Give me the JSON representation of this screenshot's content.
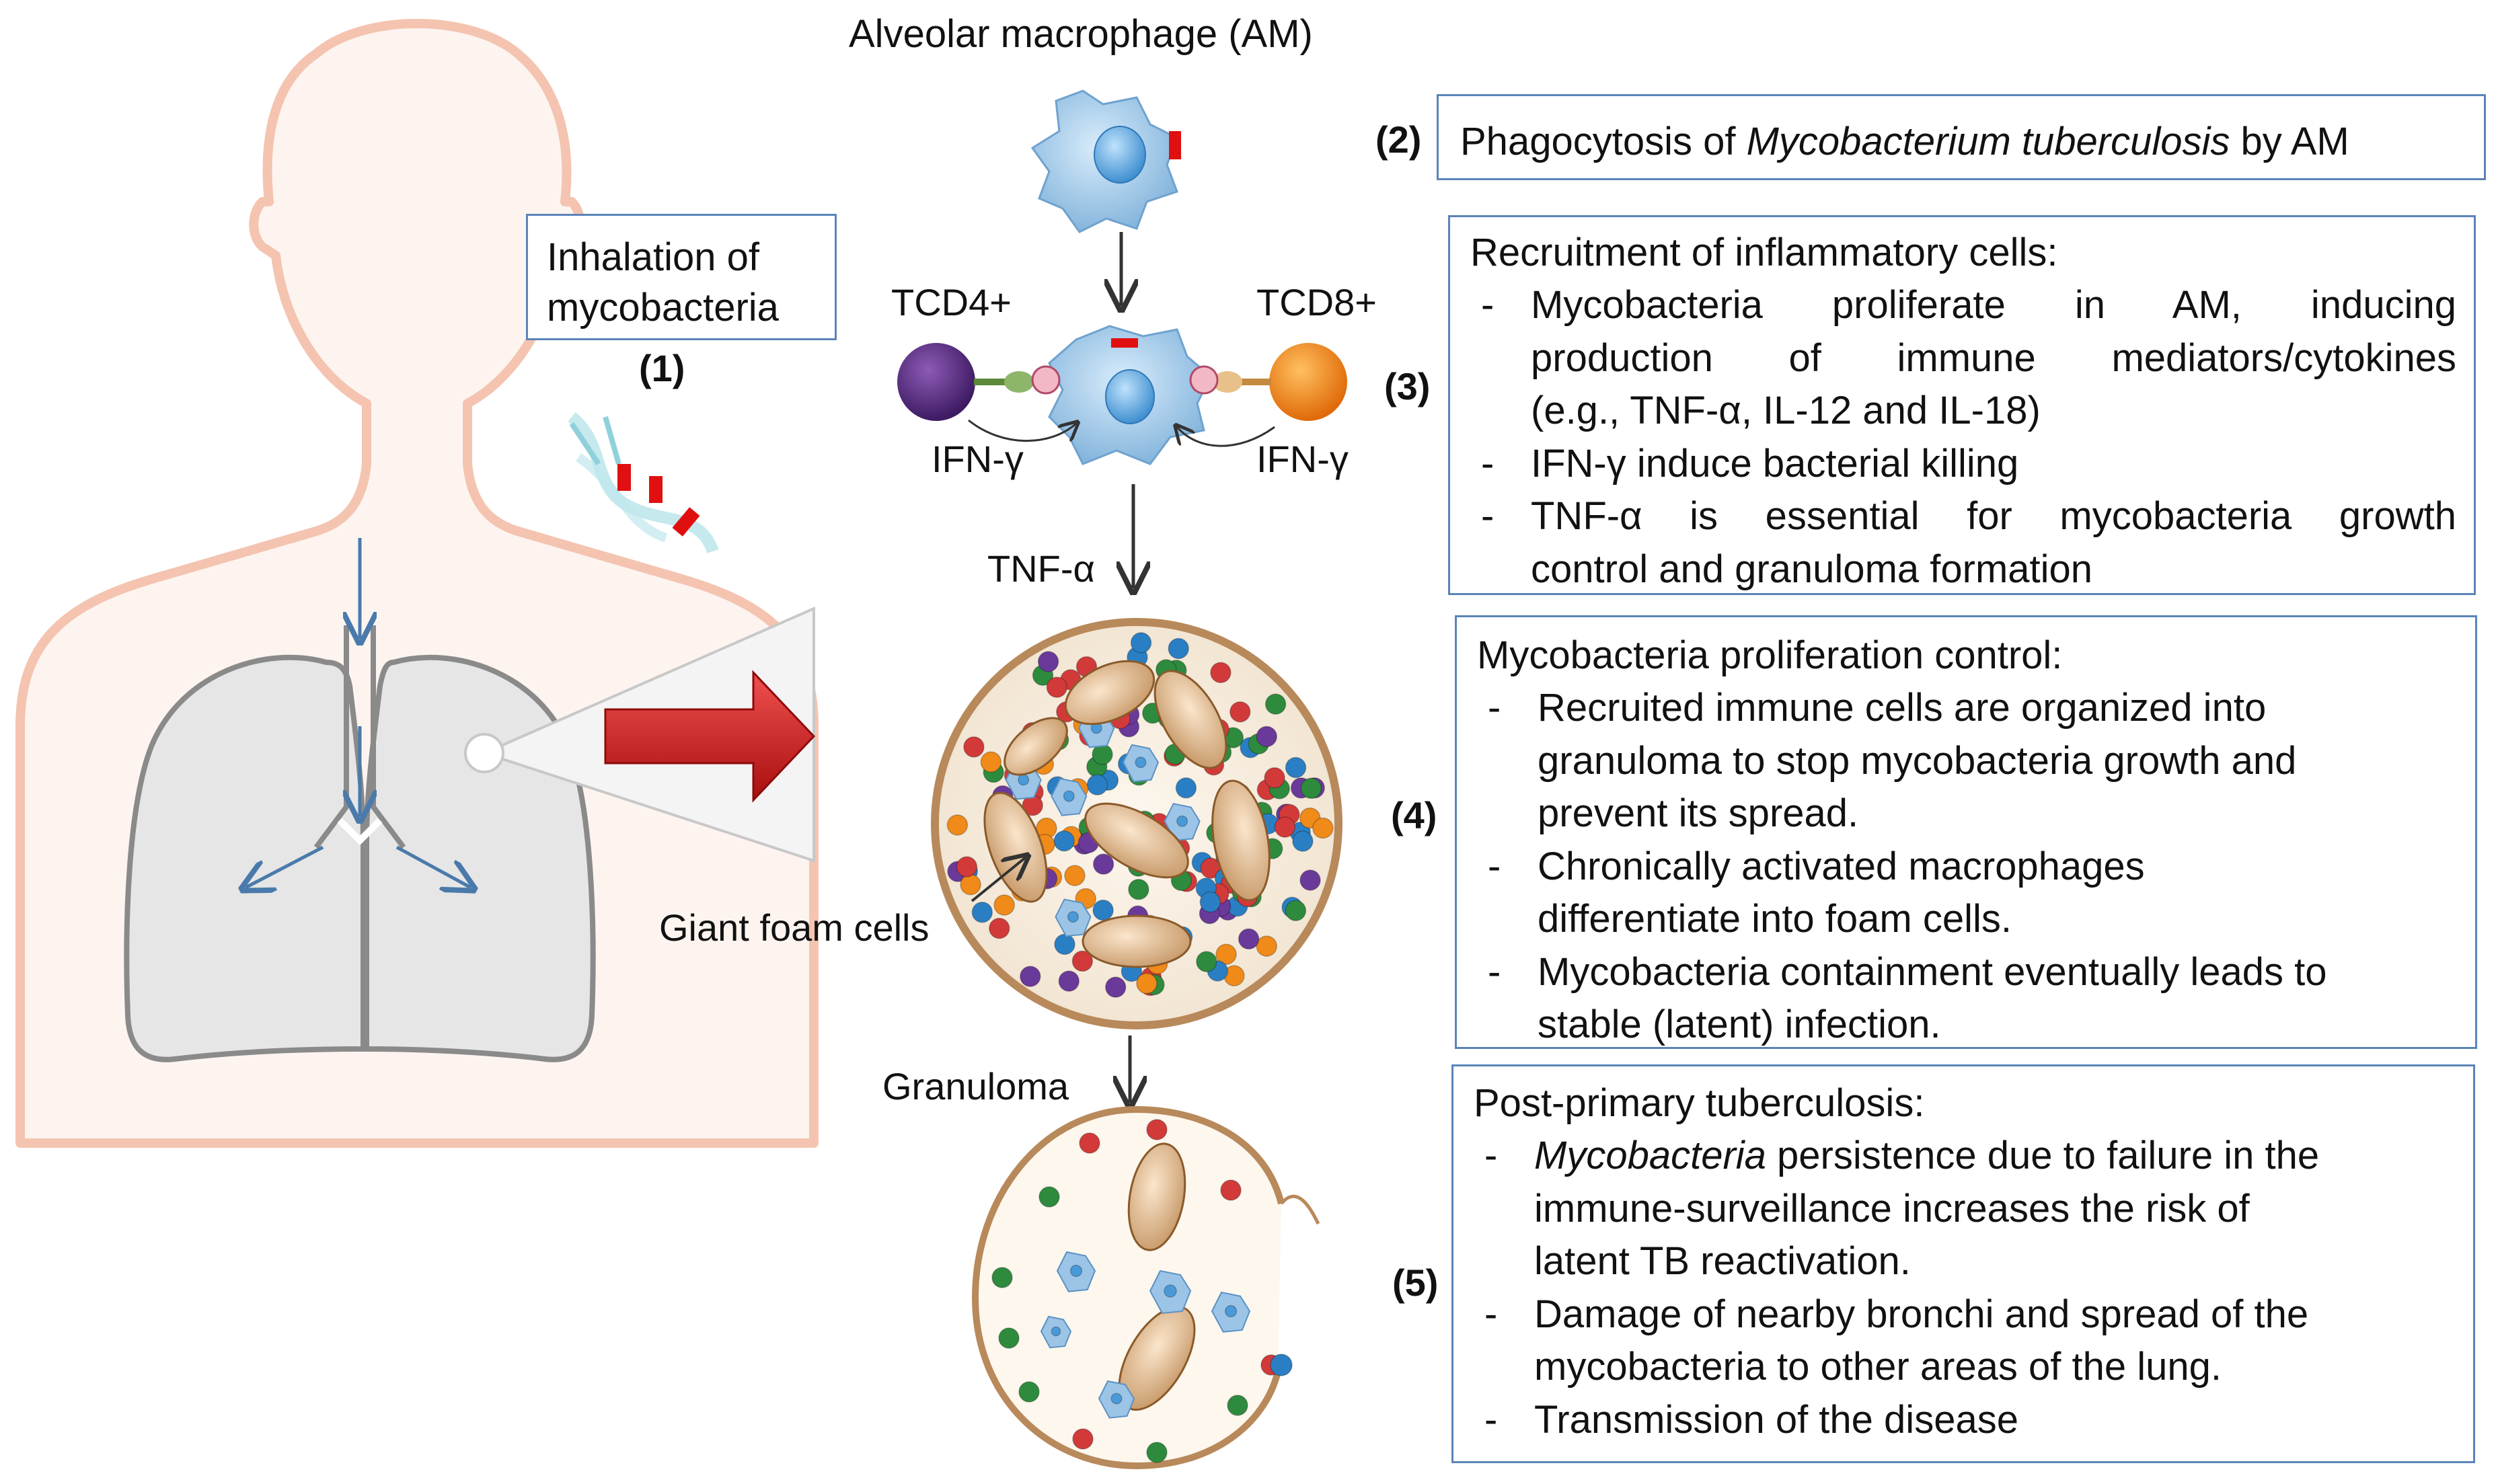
{
  "labels": {
    "alveolar_macrophage": "Alveolar macrophage (AM)",
    "tcd4": "TCD4+",
    "tcd8": "TCD8+",
    "ifn_left": "IFN-γ",
    "ifn_right": "IFN-γ",
    "tnf": "TNF-α",
    "giant_foam_cells": "Giant foam cells",
    "granuloma": "Granuloma",
    "inhalation_line1": "Inhalation of",
    "inhalation_line2": "mycobacteria"
  },
  "steps": {
    "s1": "(1)",
    "s2": "(2)",
    "s3": "(3)",
    "s4": "(4)",
    "s5": "(5)"
  },
  "box2": {
    "prefix": "Phagocytosis of ",
    "italic": "Mycobacterium tuberculosis",
    "suffix": " by AM"
  },
  "box3": {
    "title": "Recruitment of inflammatory cells:",
    "items": [
      {
        "lines": [
          "Mycobacteria proliferate in AM, inducing",
          "production of immune mediators/cytokines",
          "(e.g., TNF-α, IL-12 and IL-18)"
        ]
      },
      {
        "lines": [
          "IFN-γ induce bacterial killing"
        ]
      },
      {
        "lines": [
          "TNF-α is essential for mycobacteria growth",
          "control and granuloma formation"
        ]
      }
    ]
  },
  "box4": {
    "title": "Mycobacteria proliferation control:",
    "items": [
      {
        "lines": [
          "Recruited immune cells are organized into",
          "granuloma to stop mycobacteria growth and",
          "prevent its spread."
        ]
      },
      {
        "lines": [
          "Chronically activated macrophages",
          "differentiate into foam cells."
        ]
      },
      {
        "lines": [
          "Mycobacteria containment eventually leads to",
          "stable (latent) infection."
        ]
      }
    ]
  },
  "box5": {
    "title": "Post-primary tuberculosis:",
    "item1_italic": "Mycobacteria",
    "item1_rest": " persistence due to failure in the",
    "item1_lines": [
      "immune-surveillance increases the risk of",
      "latent TB reactivation."
    ],
    "item2_lines": [
      "Damage of nearby bronchi and spread of the",
      "mycobacteria to other areas of the lung."
    ],
    "item3_lines": [
      "Transmission of the disease"
    ]
  },
  "dash": "-",
  "colors": {
    "box_border": "#5b84b8",
    "bacteria_red": "#e01010",
    "macrophage_blue": "#9cc4e6",
    "tcd4_purple": "#5a2d82",
    "tcd8_orange": "#f08a18",
    "arrow_red": "#d42020",
    "body_outline": "#f4c4b0",
    "lung_fill": "#e6e6e6"
  }
}
